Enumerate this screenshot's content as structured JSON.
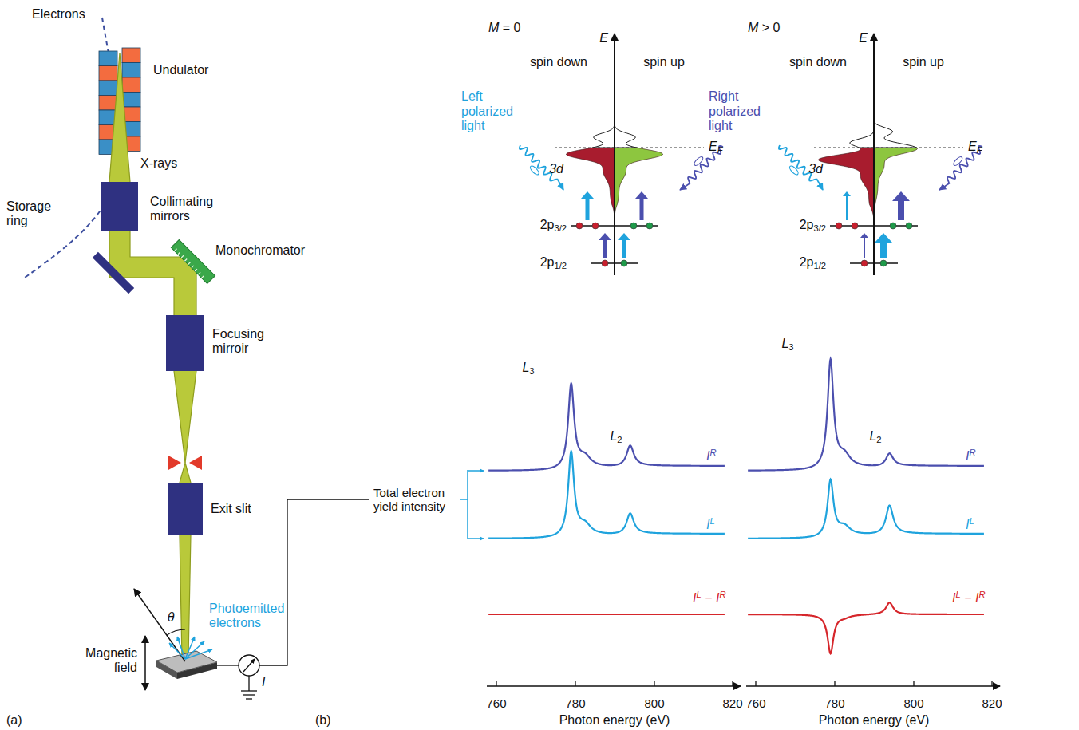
{
  "diagram": {
    "labels": [
      "Electrons",
      "Undulator",
      "X-rays",
      "Storage ring",
      "Collimating mirrors",
      "Monochromator",
      "Focusing mirroir",
      "Exit slit",
      "θ",
      "Photoemitted electrons",
      "Magnetic field",
      "I",
      "(a)",
      "(b)",
      "Total electron yield intensity",
      "M = 0",
      "E",
      "spin down",
      "spin up",
      "EF",
      "3d",
      "Left polarized light",
      "Right polarized light",
      "2p3/2",
      "2p1/2",
      "L3",
      "L2",
      "IR",
      "IL",
      "IL − IR",
      "760",
      "780",
      "800",
      "820",
      "Photon energy (eV)",
      "M > 0",
      "E",
      "spin down",
      "spin up",
      "EF",
      "3d",
      "2p3/2",
      "2p1/2",
      "L3",
      "L2",
      "IR",
      "IL",
      "IL − IR",
      "760",
      "780",
      "800",
      "820",
      "Photon energy (eV)"
    ]
  }
}
